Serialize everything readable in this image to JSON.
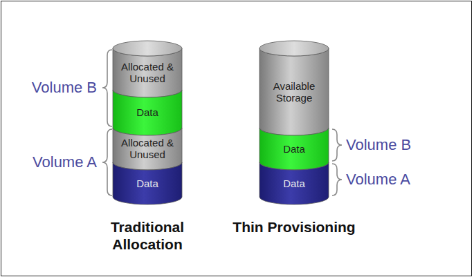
{
  "diagram": {
    "nodes": [
      {
        "text": [
          "Traditional Allocation"
        ]
      },
      {
        "text": [
          "Allocated & Unused"
        ],
        "in": 0
      },
      {
        "text": [
          "Data"
        ],
        "in": 0
      },
      {
        "text": [
          "Allocated & Unused"
        ],
        "in": 0
      },
      {
        "text": [
          "Data"
        ],
        "in": 0
      },
      {
        "text": [
          "Thin Provisioning"
        ]
      },
      {
        "text": [
          "Available Storage"
        ],
        "in": 5
      },
      {
        "text": [
          "Data"
        ],
        "in": 5
      },
      {
        "text": [
          "Data"
        ],
        "in": 5
      }
    ],
    "labels": [
      "Volume B",
      "Volume A",
      "Volume B",
      "Volume A"
    ]
  }
}
